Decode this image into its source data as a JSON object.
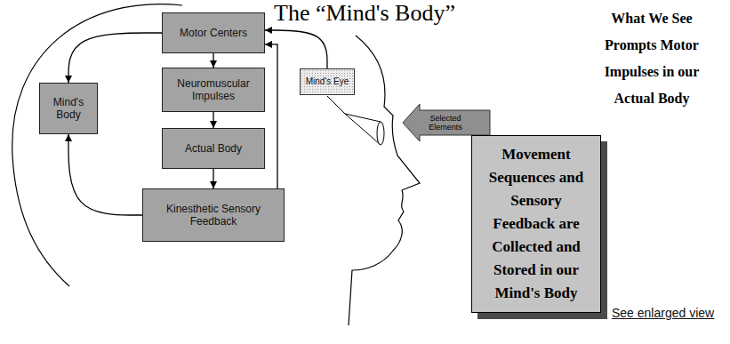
{
  "diagram": {
    "title": "The “Mind's Body”",
    "nodes": [
      {
        "text": [
          "Motor Centers"
        ]
      },
      {
        "text": [
          "Neuromuscular Impulses"
        ]
      },
      {
        "text": [
          "Actual Body"
        ]
      },
      {
        "text": [
          "Kinesthetic Sensory Feedback"
        ]
      },
      {
        "text": [
          "Mind's Body"
        ]
      },
      {
        "text": [
          "Mind's Eye"
        ]
      },
      {
        "text": [
          "Selected Elements"
        ]
      },
      {
        "text": [
          "Movement Sequences and Sensory Feedback are Collected and Stored in our Mind's Body"
        ]
      }
    ],
    "edges": [
      {
        "from": 0,
        "to": 1,
        "arrow": "to"
      },
      {
        "from": 1,
        "to": 2,
        "arrow": "to"
      },
      {
        "from": 2,
        "to": 3,
        "arrow": "to"
      },
      {
        "from": 3,
        "to": 0,
        "arrow": "to"
      },
      {
        "from": 0,
        "to": 4,
        "arrow": "to"
      },
      {
        "from": 3,
        "to": 4,
        "arrow": "to"
      },
      {
        "from": 5,
        "to": 0,
        "arrow": "to"
      }
    ],
    "labels": [
      "What We See Prompts Motor Impulses in our Actual Body",
      "See enlarged view"
    ]
  }
}
